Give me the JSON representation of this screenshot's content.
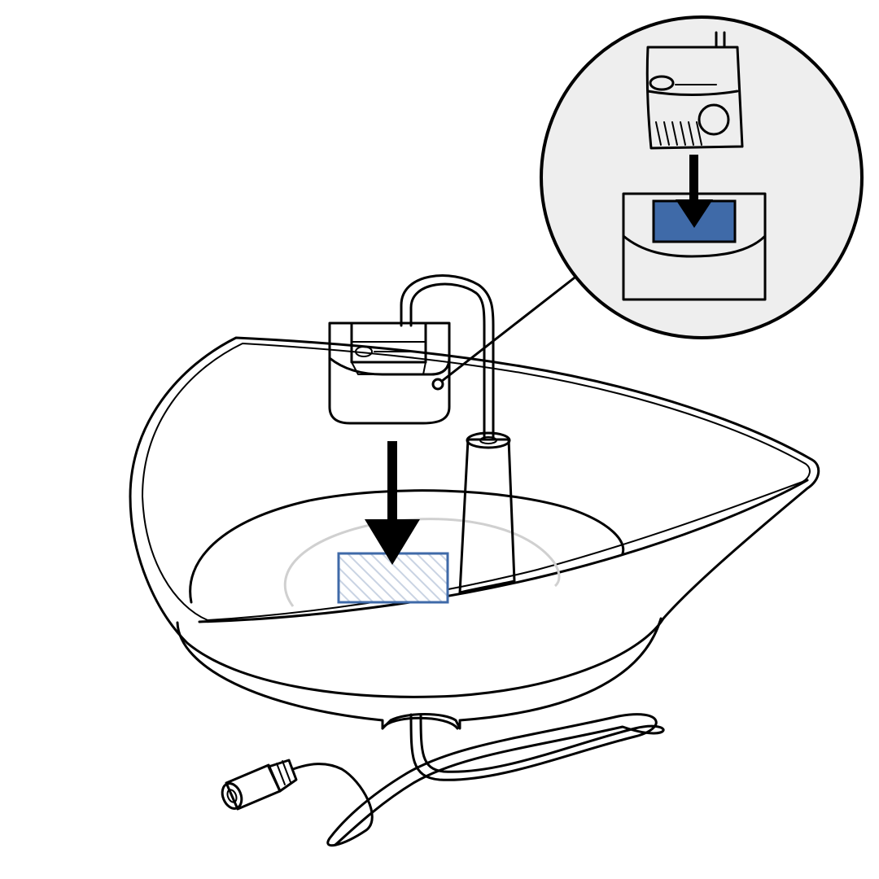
{
  "figure": {
    "accent_color": "#3f6aa8",
    "hatch_color": "#c9d3e3",
    "line_color": "#000000",
    "guide_ring_color": "#d0d0d0",
    "background": "#ffffff"
  },
  "components": {
    "pump": "pump-unit",
    "bowl": "fountain-bowl",
    "spout": "spout-tower",
    "target": "pump-slot",
    "cable": "power-cable",
    "callout": "detail-magnifier"
  }
}
